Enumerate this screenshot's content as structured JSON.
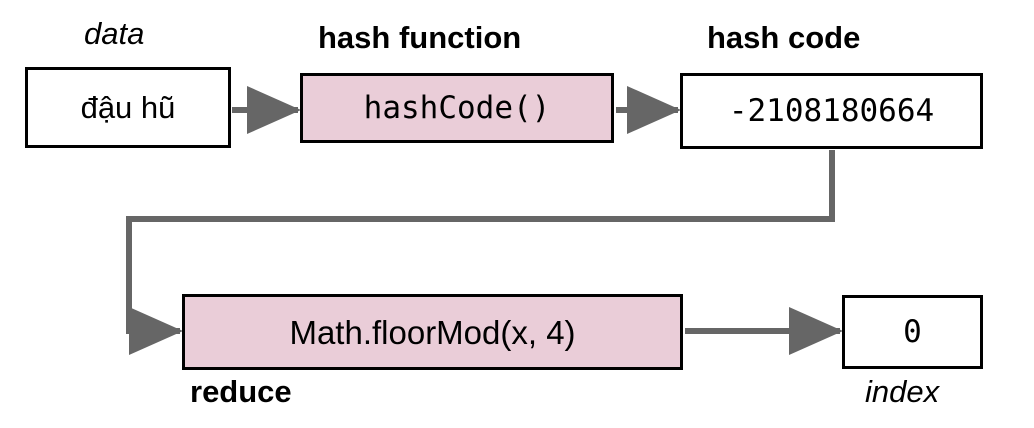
{
  "diagram": {
    "title": "Hashing: data to hash code to index",
    "colors": {
      "node_fill_plain": "#ffffff",
      "node_fill_highlight": "#eacdd8",
      "node_border": "#000000",
      "connector": "#666666",
      "text": "#000000"
    }
  },
  "nodes": {
    "data": {
      "caption": "data",
      "value": "đậu hũ"
    },
    "hash_function": {
      "caption": "hash function",
      "value": "hashCode()"
    },
    "hash_code": {
      "caption": "hash code",
      "value": "-2108180664"
    },
    "reduce": {
      "caption": "reduce",
      "value": "Math.floorMod(x, 4)"
    },
    "index": {
      "caption": "index",
      "value": "0"
    }
  },
  "connectors": [
    {
      "name": "data-to-hash-function",
      "from": "data",
      "to": "hash_function",
      "style": "straight-arrow"
    },
    {
      "name": "hash-function-to-hash-code",
      "from": "hash_function",
      "to": "hash_code",
      "style": "straight-arrow"
    },
    {
      "name": "hash-code-to-reduce",
      "from": "hash_code",
      "to": "reduce",
      "style": "elbow-arrow"
    },
    {
      "name": "reduce-to-index",
      "from": "reduce",
      "to": "index",
      "style": "straight-arrow"
    }
  ]
}
